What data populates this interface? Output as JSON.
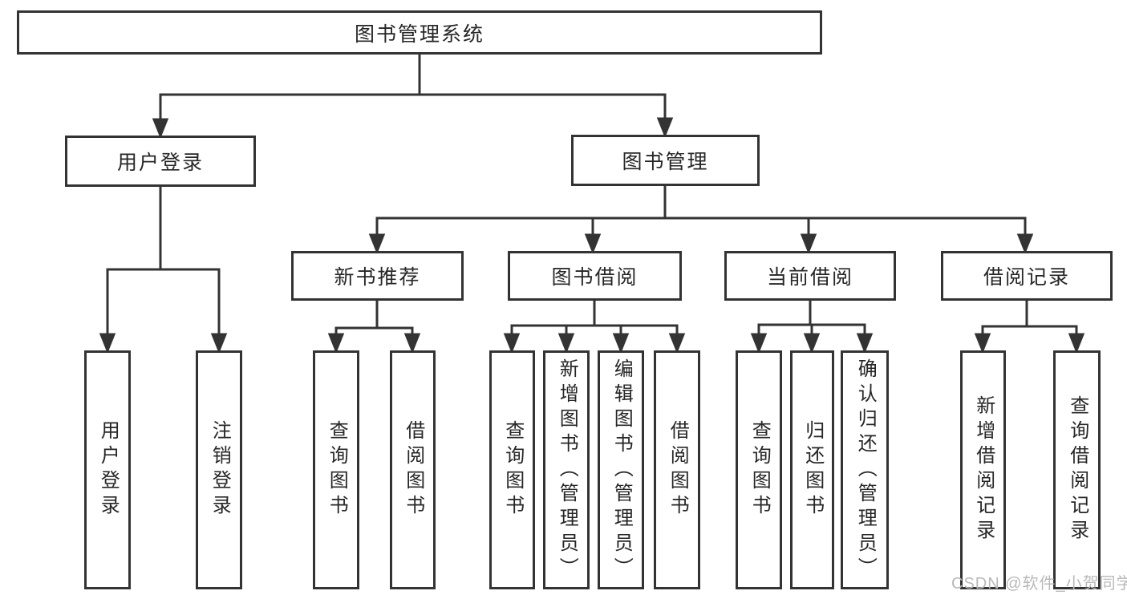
{
  "root": {
    "label": "图书管理系统"
  },
  "level2": [
    {
      "label": "用户登录"
    },
    {
      "label": "图书管理"
    }
  ],
  "level3": [
    {
      "label": "新书推荐"
    },
    {
      "label": "图书借阅"
    },
    {
      "label": "当前借阅"
    },
    {
      "label": "借阅记录"
    }
  ],
  "leaves": {
    "userLogin": [
      "用户登录",
      "注销登录"
    ],
    "newBooks": [
      "查询图书",
      "借阅图书"
    ],
    "bookBorrow": [
      "查询图书",
      "新增图书（管理员）",
      "编辑图书（管理员）",
      "借阅图书"
    ],
    "currentBorrow": [
      "查询图书",
      "归还图书",
      "确认归还（管理员）"
    ],
    "borrowRecords": [
      "新增借阅记录",
      "查询借阅记录"
    ]
  },
  "watermark": {
    "text": "CSDN @软件_小贺同学",
    "color": "#b9b9b9"
  },
  "colors": {
    "line": "#333333",
    "text": "#262626",
    "background": "#ffffff"
  }
}
